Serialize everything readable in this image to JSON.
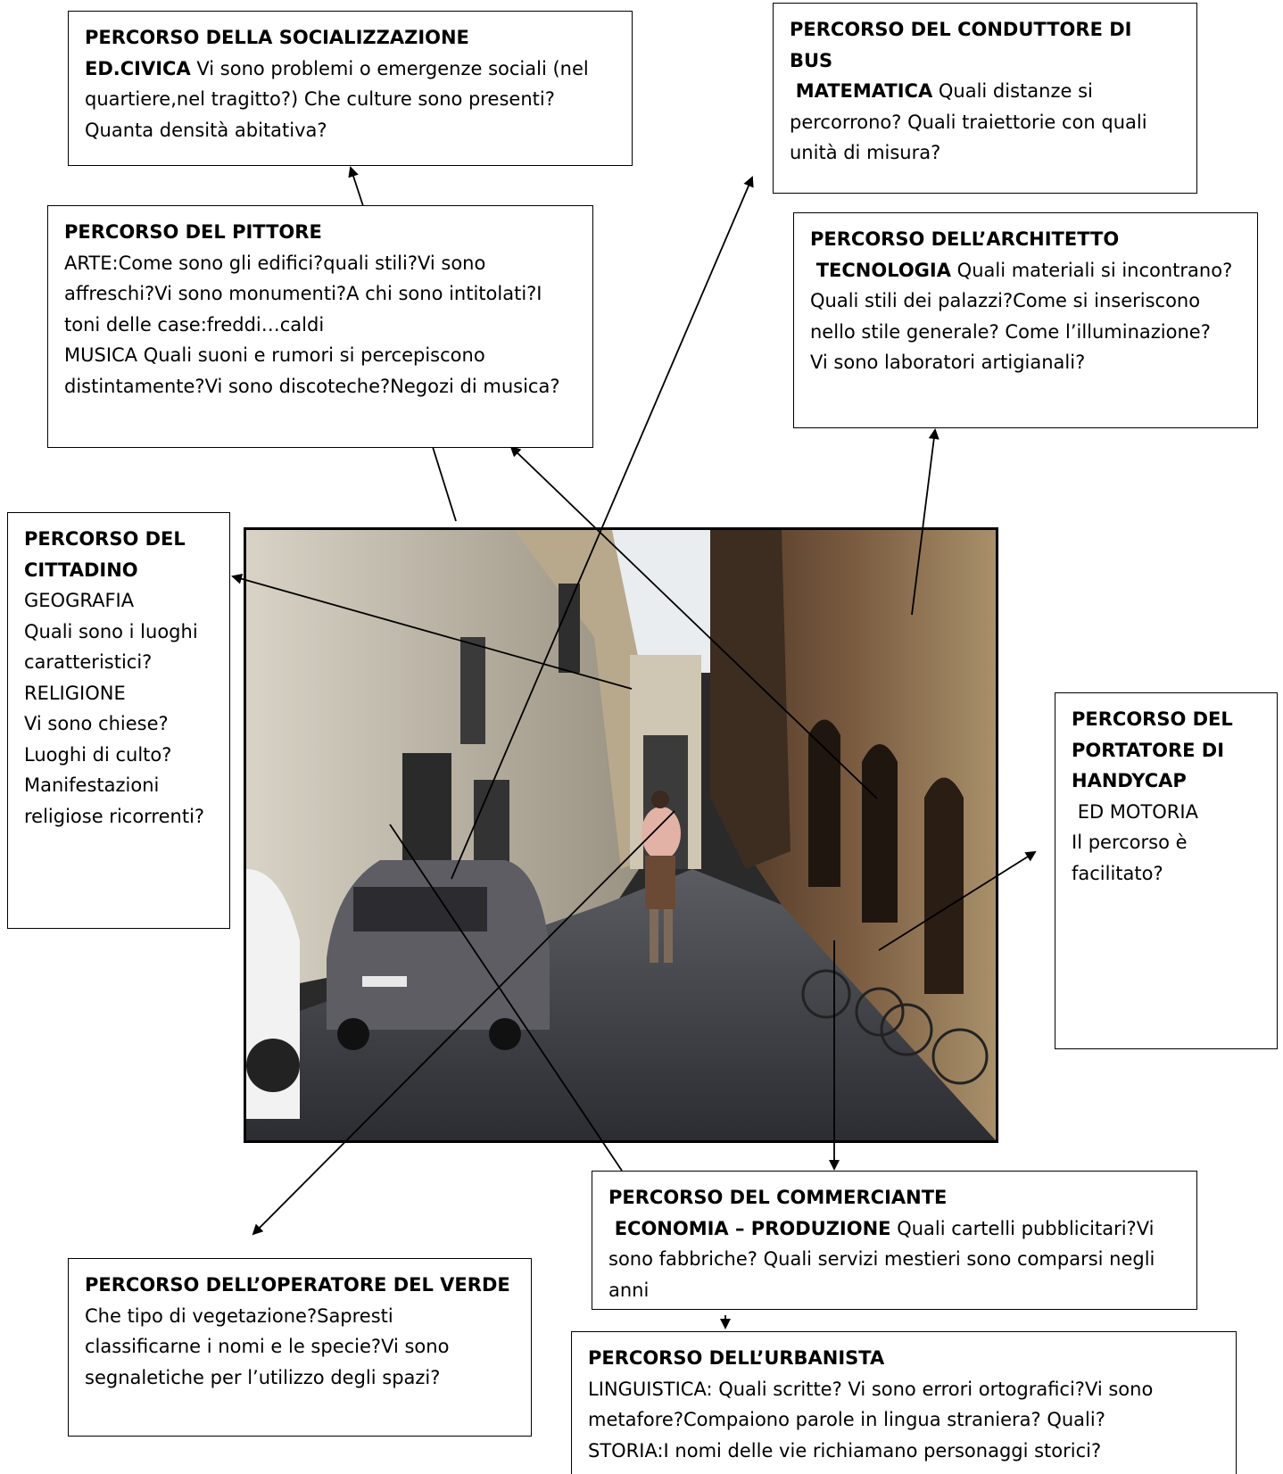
{
  "boxes": {
    "socializzazione": {
      "title": "PERCORSO DELLA SOCIALIZZAZIONE",
      "subject": "ED.CIVICA",
      "text": " Vi sono problemi  o emergenze sociali (nel quartiere,nel tragitto?) Che culture sono presenti? Quanta densità abitativa?"
    },
    "conduttore": {
      "title": "PERCORSO DEL CONDUTTORE DI BUS",
      "subject": "MATEMATICA",
      "text": " Quali distanze si percorrono? Quali traiettorie con quali unità di misura?"
    },
    "pittore": {
      "title": "PERCORSO DEL PITTORE",
      "line1": "ARTE:Come sono gli edifici?quali stili?Vi sono affreschi?Vi sono monumenti?A chi sono intitolati?I toni delle case:freddi…caldi",
      "line2": "MUSICA Quali suoni e rumori si percepiscono distintamente?Vi sono discoteche?Negozi di musica?"
    },
    "architetto": {
      "title": "PERCORSO DELL’ARCHITETTO",
      "subject": "TECNOLOGIA",
      "text": " Quali materiali si incontrano? Quali stili dei palazzi?Come si inseriscono nello stile generale? Come l’illuminazione?",
      "line2": "Vi sono laboratori artigianali?"
    },
    "cittadino": {
      "title": "PERCORSO DEL CITTADINO",
      "line1": "GEOGRAFIA",
      "line2": "Quali sono i luoghi caratteristici?",
      "line3": "RELIGIONE",
      "line4": "Vi sono chiese?Luoghi di culto? Manifestazioni religiose ricorrenti?"
    },
    "handycap": {
      "title": "PERCORSO DEL PORTATORE DI HANDYCAP",
      "subject": "ED MOTORIA",
      "text": "Il percorso è facilitato?"
    },
    "commerciante": {
      "title": "PERCORSO DEL COMMERCIANTE",
      "subject": "ECONOMIA – PRODUZIONE",
      "text": " Quali cartelli pubblicitari?Vi sono fabbriche? Quali servizi mestieri sono comparsi negli anni"
    },
    "verde": {
      "title": "PERCORSO DELL’OPERATORE DEL VERDE",
      "text": "Che tipo di vegetazione?Sapresti classificarne i nomi e le specie?Vi sono segnaletiche per l’utilizzo degli spazi?"
    },
    "urbanista": {
      "title": "PERCORSO DELL’URBANISTA",
      "line1": "LINGUISTICA: Quali scritte? Vi sono errori ortografici?Vi sono metafore?Compaiono parole in lingua straniera? Quali?",
      "line2": "STORIA:I nomi delle vie richiamano personaggi storici?"
    }
  },
  "colors": {
    "line": "#000000",
    "box_border": "#000000",
    "wall_left": "#c9c4b8",
    "wall_right": "#6b4a32",
    "sky": "#e9edf0",
    "street": "#45474d"
  }
}
